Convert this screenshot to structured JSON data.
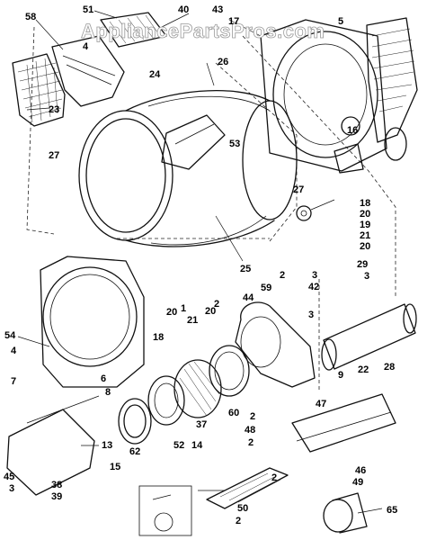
{
  "watermark": "AppliancePartsPros.com",
  "callouts": [
    "51",
    "40",
    "43",
    "17",
    "5",
    "58",
    "4",
    "24",
    "26",
    "23",
    "53",
    "16",
    "27",
    "27",
    "18",
    "20",
    "19",
    "21",
    "20",
    "25",
    "29",
    "3",
    "59",
    "2",
    "3",
    "42",
    "44",
    "3",
    "54",
    "20",
    "1",
    "21",
    "20",
    "2",
    "18",
    "4",
    "7",
    "9",
    "22",
    "28",
    "6",
    "8",
    "60",
    "37",
    "47",
    "2",
    "48",
    "2",
    "62",
    "52",
    "14",
    "13",
    "2",
    "46",
    "45",
    "3",
    "38",
    "39",
    "15",
    "49",
    "50",
    "2",
    "65"
  ],
  "colors": {
    "ink": "#111111",
    "paper": "#ffffff",
    "watermark_outline": "#9a9a9a"
  }
}
